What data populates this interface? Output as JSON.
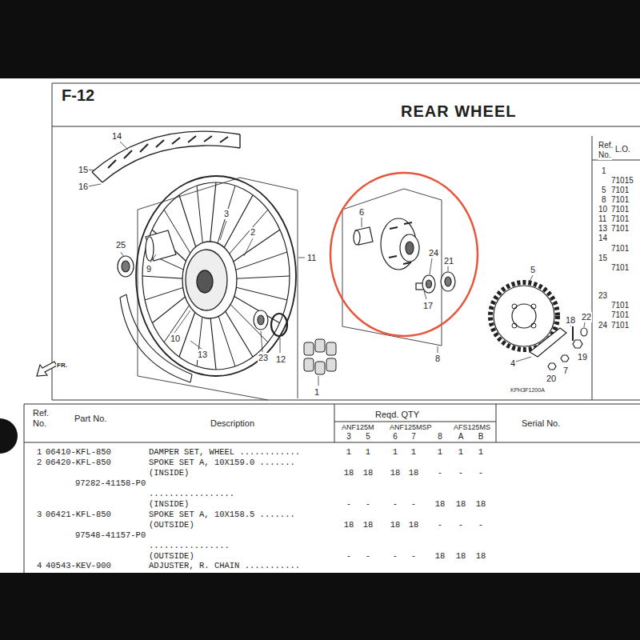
{
  "diagram": {
    "title": "REAR WHEEL",
    "labels": [
      "F-12",
      "14",
      "15",
      "16",
      "3",
      "2",
      "25",
      "9",
      "11",
      "10",
      "13",
      "23",
      "12",
      "1",
      "6",
      "24",
      "21",
      "17",
      "8",
      "5",
      "4",
      "18",
      "22",
      "19",
      "7",
      "20",
      "FR.",
      "KPH3F1200A",
      "Ref.",
      "No.",
      "L.O.",
      "1",
      "71015",
      "5",
      "7101",
      "8",
      "7101",
      "10",
      "7101",
      "11",
      "7101",
      "13",
      "7101",
      "14",
      "7101",
      "15",
      "7101",
      "23",
      "7101",
      "7101",
      "24",
      "7101",
      "Ref.",
      "No.",
      "Part No.",
      "Description",
      "Reqd. QTY",
      "ANF125M",
      "ANF125MSP",
      "AFS125MS",
      "3",
      "5",
      "6",
      "7",
      "8",
      "A",
      "B",
      "Serial No.",
      "1",
      "06410-KFL-850",
      "DAMPER SET, WHEEL ............",
      "1",
      "1",
      "1",
      "1",
      "1",
      "1",
      "1",
      "2",
      "06420-KFL-850",
      "SPOKE SET A, 10X159.0 .......",
      "(INSIDE)",
      "18",
      "18",
      "18",
      "18",
      "-",
      "-",
      "-",
      "97282-41158-P0",
      ".................",
      "(INSIDE)",
      "-",
      "-",
      "-",
      "-",
      "18",
      "18",
      "18",
      "3",
      "06421-KFL-850",
      "SPOKE SET A, 10X158.5 .......",
      "(OUTSIDE)",
      "18",
      "18",
      "18",
      "18",
      "-",
      "-",
      "-",
      "97548-41157-P0",
      "................",
      "(OUTSIDE)",
      "-",
      "-",
      "-",
      "-",
      "18",
      "18",
      "18",
      "4",
      "40543-KEV-900",
      "ADJUSTER, R. CHAIN ..........."
    ]
  }
}
